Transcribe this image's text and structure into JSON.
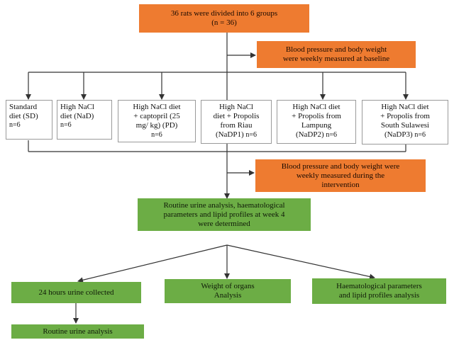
{
  "colors": {
    "orange": "#ee7b30",
    "green": "#6cad45",
    "connector": "#333333"
  },
  "start": {
    "lines": [
      "36 rats were divided into 6 groups",
      "(n = 36)"
    ]
  },
  "baseline_note": {
    "lines": [
      "Blood pressure and body weight",
      "were weekly measured at baseline"
    ]
  },
  "groups": [
    {
      "lines": [
        "Standard",
        "diet (SD)"
      ],
      "n": "n=6"
    },
    {
      "lines": [
        "High NaCl",
        "diet (NaD)"
      ],
      "n": "n=6"
    },
    {
      "lines": [
        "High NaCl diet",
        "+ captopril (25",
        "mg/ kg) (PD)"
      ],
      "n": "n=6"
    },
    {
      "lines": [
        "High NaCl",
        "diet + Propolis",
        "from Riau",
        "(NaDP1)"
      ],
      "n": "n=6"
    },
    {
      "lines": [
        "High NaCl diet",
        "+ Propolis from",
        "Lampung",
        "(NaDP2)"
      ],
      "n": "n=6"
    },
    {
      "lines": [
        "High NaCl diet",
        "+ Propolis from",
        "South Sulawesi",
        "(NaDP3)"
      ],
      "n": "n=6"
    }
  ],
  "intervention_note": {
    "lines": [
      "Blood pressure and body weight were",
      "weekly measured during the",
      "intervention"
    ]
  },
  "week4": {
    "lines": [
      "Routine urine analysis, haematological",
      "parameters and lipid profiles at week 4",
      "were determined"
    ]
  },
  "outcomes": [
    {
      "lines": [
        "24 hours urine collected"
      ]
    },
    {
      "lines": [
        "Weight of organs",
        "Analysis"
      ]
    },
    {
      "lines": [
        "Haematological parameters",
        "and lipid profiles analysis"
      ]
    }
  ],
  "final": {
    "lines": [
      "Routine urine analysis"
    ]
  }
}
